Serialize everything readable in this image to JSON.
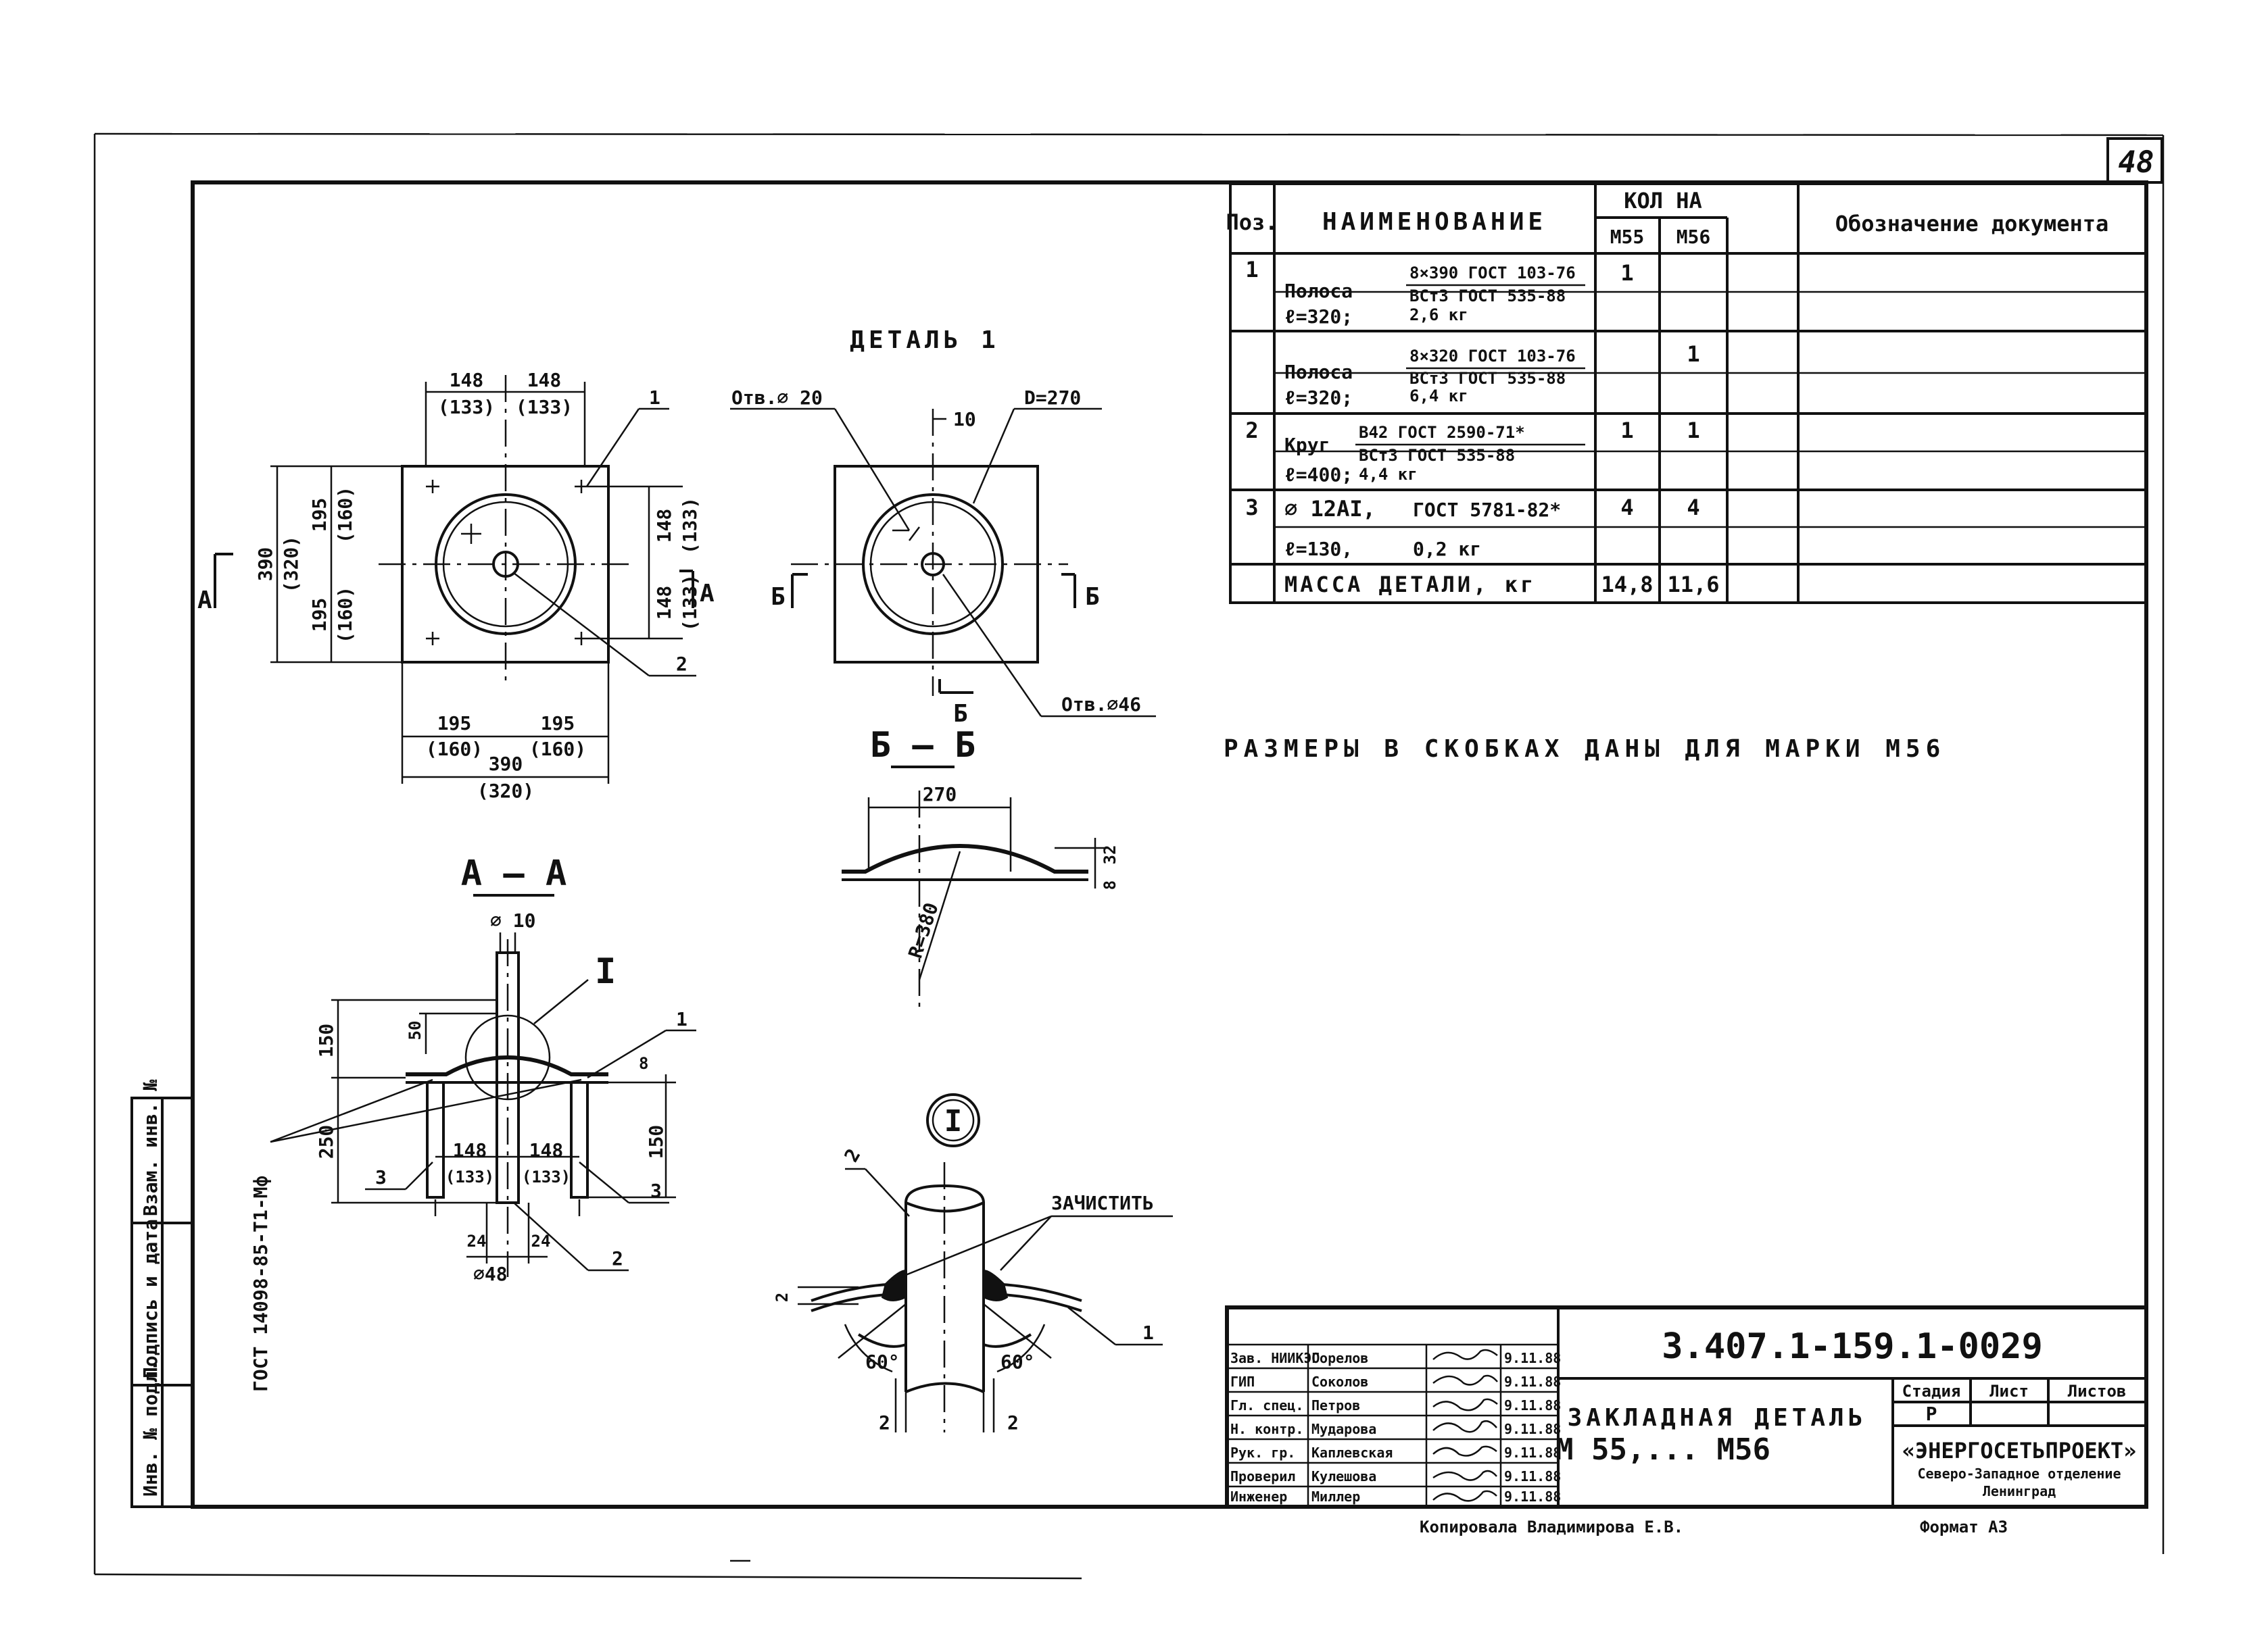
{
  "sheet": {
    "number": "48"
  },
  "spec_table": {
    "headers": {
      "pos": "Поз.",
      "name": "НАИМЕНОВАНИЕ",
      "qty": "КОЛ НА",
      "qty_m55": "М55",
      "qty_m56": "М56",
      "doc": "Обозначение документа"
    },
    "rows": [
      {
        "pos": "1",
        "name": "Полоса",
        "spec_top": "8×390 ГОСТ 103-76",
        "spec_bottom": "ВСт3 ГОСТ 535-88",
        "line2": "ℓ=320;",
        "mass": "2,6 кг",
        "m55": "1",
        "m56": ""
      },
      {
        "pos": "",
        "name": "Полоса",
        "spec_top": "8×320 ГОСТ 103-76",
        "spec_bottom": "ВСт3 ГОСТ 535-88",
        "line2": "ℓ=320;",
        "mass": "6,4 кг",
        "m55": "",
        "m56": "1"
      },
      {
        "pos": "2",
        "name": "Круг",
        "spec_top": "В42 ГОСТ 2590-71*",
        "spec_bottom": "ВСт3 ГОСТ 535-88",
        "line2": "ℓ=400;",
        "mass": "4,4 кг",
        "m55": "1",
        "m56": "1"
      },
      {
        "pos": "3",
        "name": "⌀ 12AI,",
        "spec_top": "ГОСТ 5781-82*",
        "spec_bottom": "",
        "line2": "ℓ=130,",
        "mass": "0,2 кг",
        "m55": "4",
        "m56": "4"
      }
    ],
    "mass_row": {
      "label": "МАССА ДЕТАЛИ, кг",
      "m55": "14,8",
      "m56": "11,6"
    }
  },
  "note": "РАЗМЕРЫ В СКОБКАХ ДАНЫ ДЛЯ МАРКИ М56",
  "plan_view": {
    "dim_top_left": "148",
    "dim_top_left_b": "(133)",
    "dim_top_right": "148",
    "dim_top_right_b": "(133)",
    "dim_left_total": "390",
    "dim_left_total_b": "(320)",
    "dim_left_upper": "195",
    "dim_left_upper_b": "(160)",
    "dim_left_lower": "195",
    "dim_left_lower_b": "(160)",
    "dim_right_upper": "148",
    "dim_right_upper_b": "(133)",
    "dim_right_lower": "148",
    "dim_right_lower_b": "(133)",
    "dim_bottom_left": "195",
    "dim_bottom_left_b": "(160)",
    "dim_bottom_right": "195",
    "dim_bottom_right_b": "(160)",
    "dim_bottom_total": "390",
    "dim_bottom_total_b": "(320)",
    "leader_1": "1",
    "leader_2": "2",
    "cut_a_left": "А",
    "cut_a_right": "А"
  },
  "detail_view": {
    "title": "ДЕТАЛЬ 1",
    "hole_small": "Отв.⌀ 20",
    "hole_large": "Отв.⌀46",
    "diameter": "D=270",
    "dim_10": "10",
    "cut_b_left": "Б",
    "cut_b_right": "Б",
    "cut_b_bottom": "Б"
  },
  "section_bb": {
    "title": "Б – Б",
    "dim_270": "270",
    "dim_32": "32",
    "dim_8": "8",
    "radius": "R=380"
  },
  "section_aa": {
    "title": "А – А",
    "dim_d10": "⌀ 10",
    "callout_I": "I",
    "dim_50": "50",
    "dim_150_left": "150",
    "dim_250": "250",
    "dim_150_right": "150",
    "dim_8": "8",
    "dim_148_l": "148",
    "dim_148_l_b": "(133)",
    "dim_148_r": "148",
    "dim_148_r_b": "(133)",
    "dim_24_l": "24",
    "dim_24_r": "24",
    "dim_d48": "⌀48",
    "leader_1": "1",
    "leader_2": "2",
    "leader_3a": "3",
    "leader_3b": "3",
    "weld_note": "ГОСТ 14098-85-Т1-Мф"
  },
  "detail_I": {
    "callout": "I",
    "clean_note": "ЗАЧИСТИТЬ",
    "leader_2": "2",
    "leader_1": "1",
    "angle_l": "60°",
    "angle_r": "60°",
    "dim_2_a": "2",
    "dim_2_b": "2",
    "dim_2_c": "2"
  },
  "side_stamp": {
    "f1": "Инв. № подл.",
    "f2": "Подпись и дата",
    "f3": "Взам. инв. №"
  },
  "title_block": {
    "doc_number": "3.407.1-159.1-0029",
    "title_line1": "ЗАКЛАДНАЯ ДЕТАЛЬ",
    "title_line2": "М 55,... М56",
    "stage_h": "Стадия",
    "sheet_h": "Лист",
    "sheets_h": "Листов",
    "stage": "Р",
    "org": "«ЭНЕРГОСЕТЬПРОЕКТ»",
    "org_sub1": "Северо-Западное отделение",
    "org_sub2": "Ленинград",
    "people": [
      {
        "role": "Зав. НИИКЭО",
        "name": "Горелов",
        "date": "9.11.88"
      },
      {
        "role": "ГИП",
        "name": "Соколов",
        "date": "9.11.88"
      },
      {
        "role": "Гл. спец.",
        "name": "Петров",
        "date": "9.11.88"
      },
      {
        "role": "Н. контр.",
        "name": "Мударова",
        "date": "9.11.88"
      },
      {
        "role": "Рук. гр.",
        "name": "Каплевская",
        "date": "9.11.88"
      },
      {
        "role": "Проверил",
        "name": "Кулешова",
        "date": "9.11.88"
      },
      {
        "role": "Инженер",
        "name": "Миллер",
        "date": "9.11.88"
      }
    ],
    "copied": "Копировала Владимирова Е.В.",
    "format": "Формат А3"
  }
}
